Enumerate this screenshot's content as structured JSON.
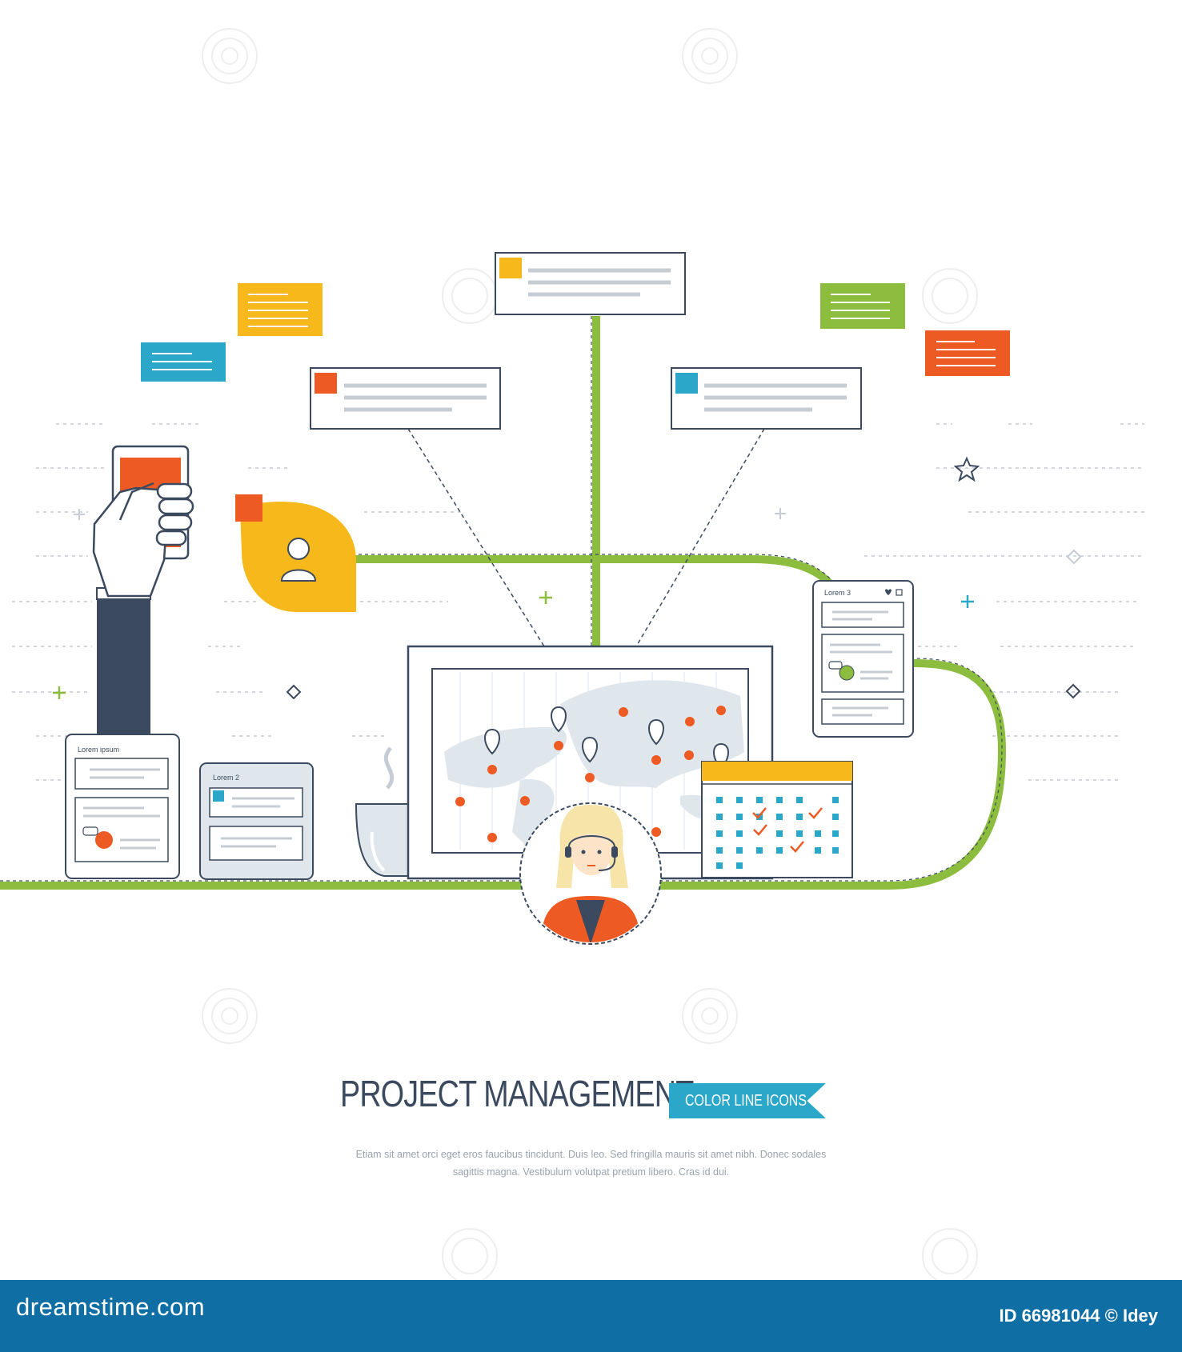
{
  "headline": {
    "title": "PROJECT MANAGEMENT",
    "badge": "COLOR LINE ICONS"
  },
  "description": {
    "line1": "Etiam sit amet orci eget eros faucibus tincidunt. Duis leo. Sed fringilla mauris sit amet nibh. Donec sodales",
    "line2": "sagittis magna.  Vestibulum volutpat pretium libero. Cras id dui."
  },
  "illustration": {
    "tablet_left_label": "Lorem ipsum",
    "tablet_middle_label": "Lorem 2",
    "phone_right_label": "Lorem 3",
    "calendar_checked_days": 4
  },
  "footer": {
    "brand": "dreamstime.com",
    "image_id": "ID 66981044 © Idey"
  },
  "colors": {
    "green": "#8cbd3f",
    "orange": "#ee5a24",
    "yellow": "#f6b81a",
    "blue": "#2ba7c9",
    "navy": "#3b4a5e",
    "footer": "#0f6ea3"
  }
}
